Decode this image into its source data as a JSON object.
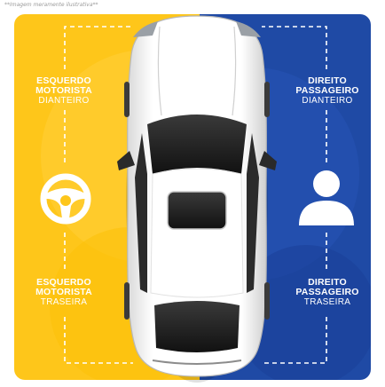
{
  "caption": "**Imagem meramente ilustrativa**",
  "colors": {
    "left_panel": "#fec61a",
    "right_panel": "#1f4aa5",
    "label_text": "#ffffff",
    "car_body": "#f4f4f4"
  },
  "positions": {
    "front_left": {
      "line1": "ESQUERDO",
      "line2": "MOTORISTA",
      "line3": "DIANTEIRO"
    },
    "rear_left": {
      "line1": "ESQUERDO",
      "line2": "MOTORISTA",
      "line3": "TRASEIRA"
    },
    "front_right": {
      "line1": "DIREITO",
      "line2": "PASSAGEIRO",
      "line3": "DIANTEIRO"
    },
    "rear_right": {
      "line1": "DIREITO",
      "line2": "PASSAGEIRO",
      "line3": "TRASEIRA"
    }
  },
  "icons": {
    "left": "steering-wheel-icon",
    "right": "passenger-person-icon"
  }
}
